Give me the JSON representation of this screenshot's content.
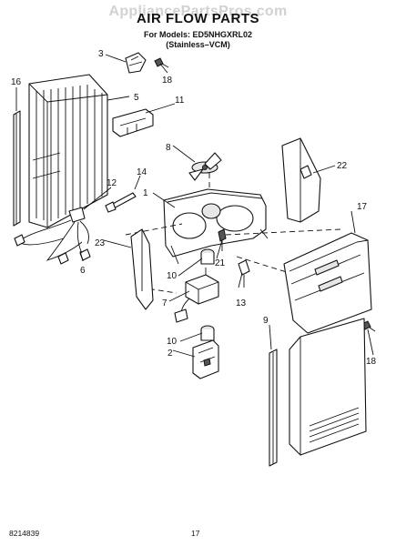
{
  "watermark": "AppliancePartsPros.com",
  "title": "AIR FLOW PARTS",
  "models_line": "For Models: ED5NHGXRL02",
  "variant_line": "(Stainless–VCM)",
  "footer": {
    "doc_number": "8214839",
    "page_number": "17"
  },
  "callouts": {
    "c1": "1",
    "c2": "2",
    "c3": "3",
    "c5": "5",
    "c6": "6",
    "c7": "7",
    "c8": "8",
    "c9": "9",
    "c10a": "10",
    "c10b": "10",
    "c11": "11",
    "c12": "12",
    "c13": "13",
    "c14": "14",
    "c16": "16",
    "c17": "17",
    "c18a": "18",
    "c18b": "18",
    "c21": "21",
    "c22": "22",
    "c23": "23"
  }
}
